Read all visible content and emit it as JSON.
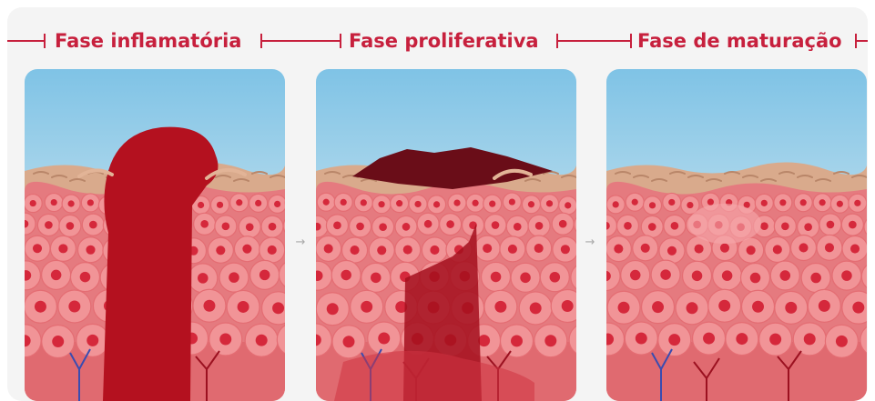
{
  "phases": [
    {
      "title": "Fase inflamatória",
      "icon": "open-wound-with-blood-illustration"
    },
    {
      "title": "Fase proliferativa",
      "icon": "wound-with-scab-and-new-tissue-illustration"
    },
    {
      "title": "Fase de maturação",
      "icon": "healed-skin-illustration"
    }
  ],
  "arrows": [
    "→",
    "→"
  ],
  "colors": {
    "title": "#c7203d",
    "sky_top": "#7fc3e6",
    "sky_bottom": "#f6f7f3",
    "cell": "#f19497",
    "cell_border": "#e46d73",
    "nucleus": "#d5283b",
    "blood": "#b4111f",
    "scab": "#6a0d18",
    "dermis": "#e57a7f",
    "vessel_blue": "#3a4cb0",
    "vessel_red": "#9b1120",
    "epidermis": "#d9aa8c"
  }
}
